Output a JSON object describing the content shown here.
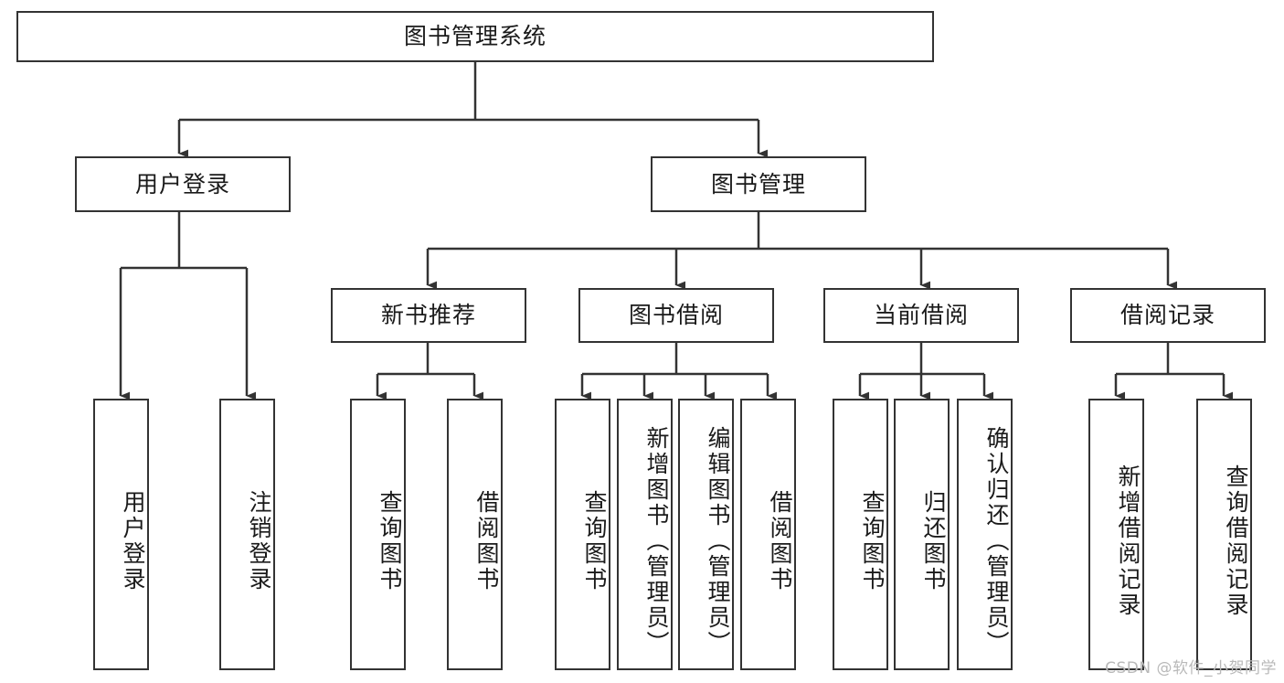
{
  "diagram": {
    "title": "图书管理系统",
    "type": "hierarchy-tree",
    "watermark": "CSDN @软件_小贺同学",
    "colors": {
      "stroke": "#333333",
      "fill": "#ffffff",
      "text": "#1a1a1a",
      "watermark": "#b9b9b9"
    },
    "nodes": {
      "root": {
        "label": "图书管理系统",
        "level": 1,
        "orientation": "horizontal"
      },
      "l2": [
        {
          "id": "user-login",
          "label": "用户登录",
          "level": 2,
          "orientation": "horizontal"
        },
        {
          "id": "book-manage",
          "label": "图书管理",
          "level": 2,
          "orientation": "horizontal"
        }
      ],
      "l3": [
        {
          "id": "new-book-rec",
          "label": "新书推荐",
          "level": 3,
          "orientation": "horizontal",
          "parent": "book-manage"
        },
        {
          "id": "book-borrow",
          "label": "图书借阅",
          "level": 3,
          "orientation": "horizontal",
          "parent": "book-manage"
        },
        {
          "id": "current-borrow",
          "label": "当前借阅",
          "level": 3,
          "orientation": "horizontal",
          "parent": "book-manage"
        },
        {
          "id": "borrow-record",
          "label": "借阅记录",
          "level": 3,
          "orientation": "horizontal",
          "parent": "book-manage"
        }
      ],
      "leaves": [
        {
          "id": "leaf-user-login",
          "label": "用户登录",
          "parent": "user-login"
        },
        {
          "id": "leaf-user-logout",
          "label": "注销登录",
          "parent": "user-login"
        },
        {
          "id": "leaf-query-book-1",
          "label": "查询图书",
          "parent": "new-book-rec"
        },
        {
          "id": "leaf-borrow-book-1",
          "label": "借阅图书",
          "parent": "new-book-rec"
        },
        {
          "id": "leaf-query-book-2",
          "label": "查询图书",
          "parent": "book-borrow"
        },
        {
          "id": "leaf-add-book",
          "label": "新增图书（管理员）",
          "parent": "book-borrow"
        },
        {
          "id": "leaf-edit-book",
          "label": "编辑图书（管理员）",
          "parent": "book-borrow"
        },
        {
          "id": "leaf-borrow-book-2",
          "label": "借阅图书",
          "parent": "book-borrow"
        },
        {
          "id": "leaf-query-book-3",
          "label": "查询图书",
          "parent": "current-borrow"
        },
        {
          "id": "leaf-return-book",
          "label": "归还图书",
          "parent": "current-borrow"
        },
        {
          "id": "leaf-confirm-return",
          "label": "确认归还（管理员）",
          "parent": "current-borrow"
        },
        {
          "id": "leaf-add-record",
          "label": "新增借阅记录",
          "parent": "borrow-record"
        },
        {
          "id": "leaf-query-record",
          "label": "查询借阅记录",
          "parent": "borrow-record"
        }
      ]
    }
  }
}
